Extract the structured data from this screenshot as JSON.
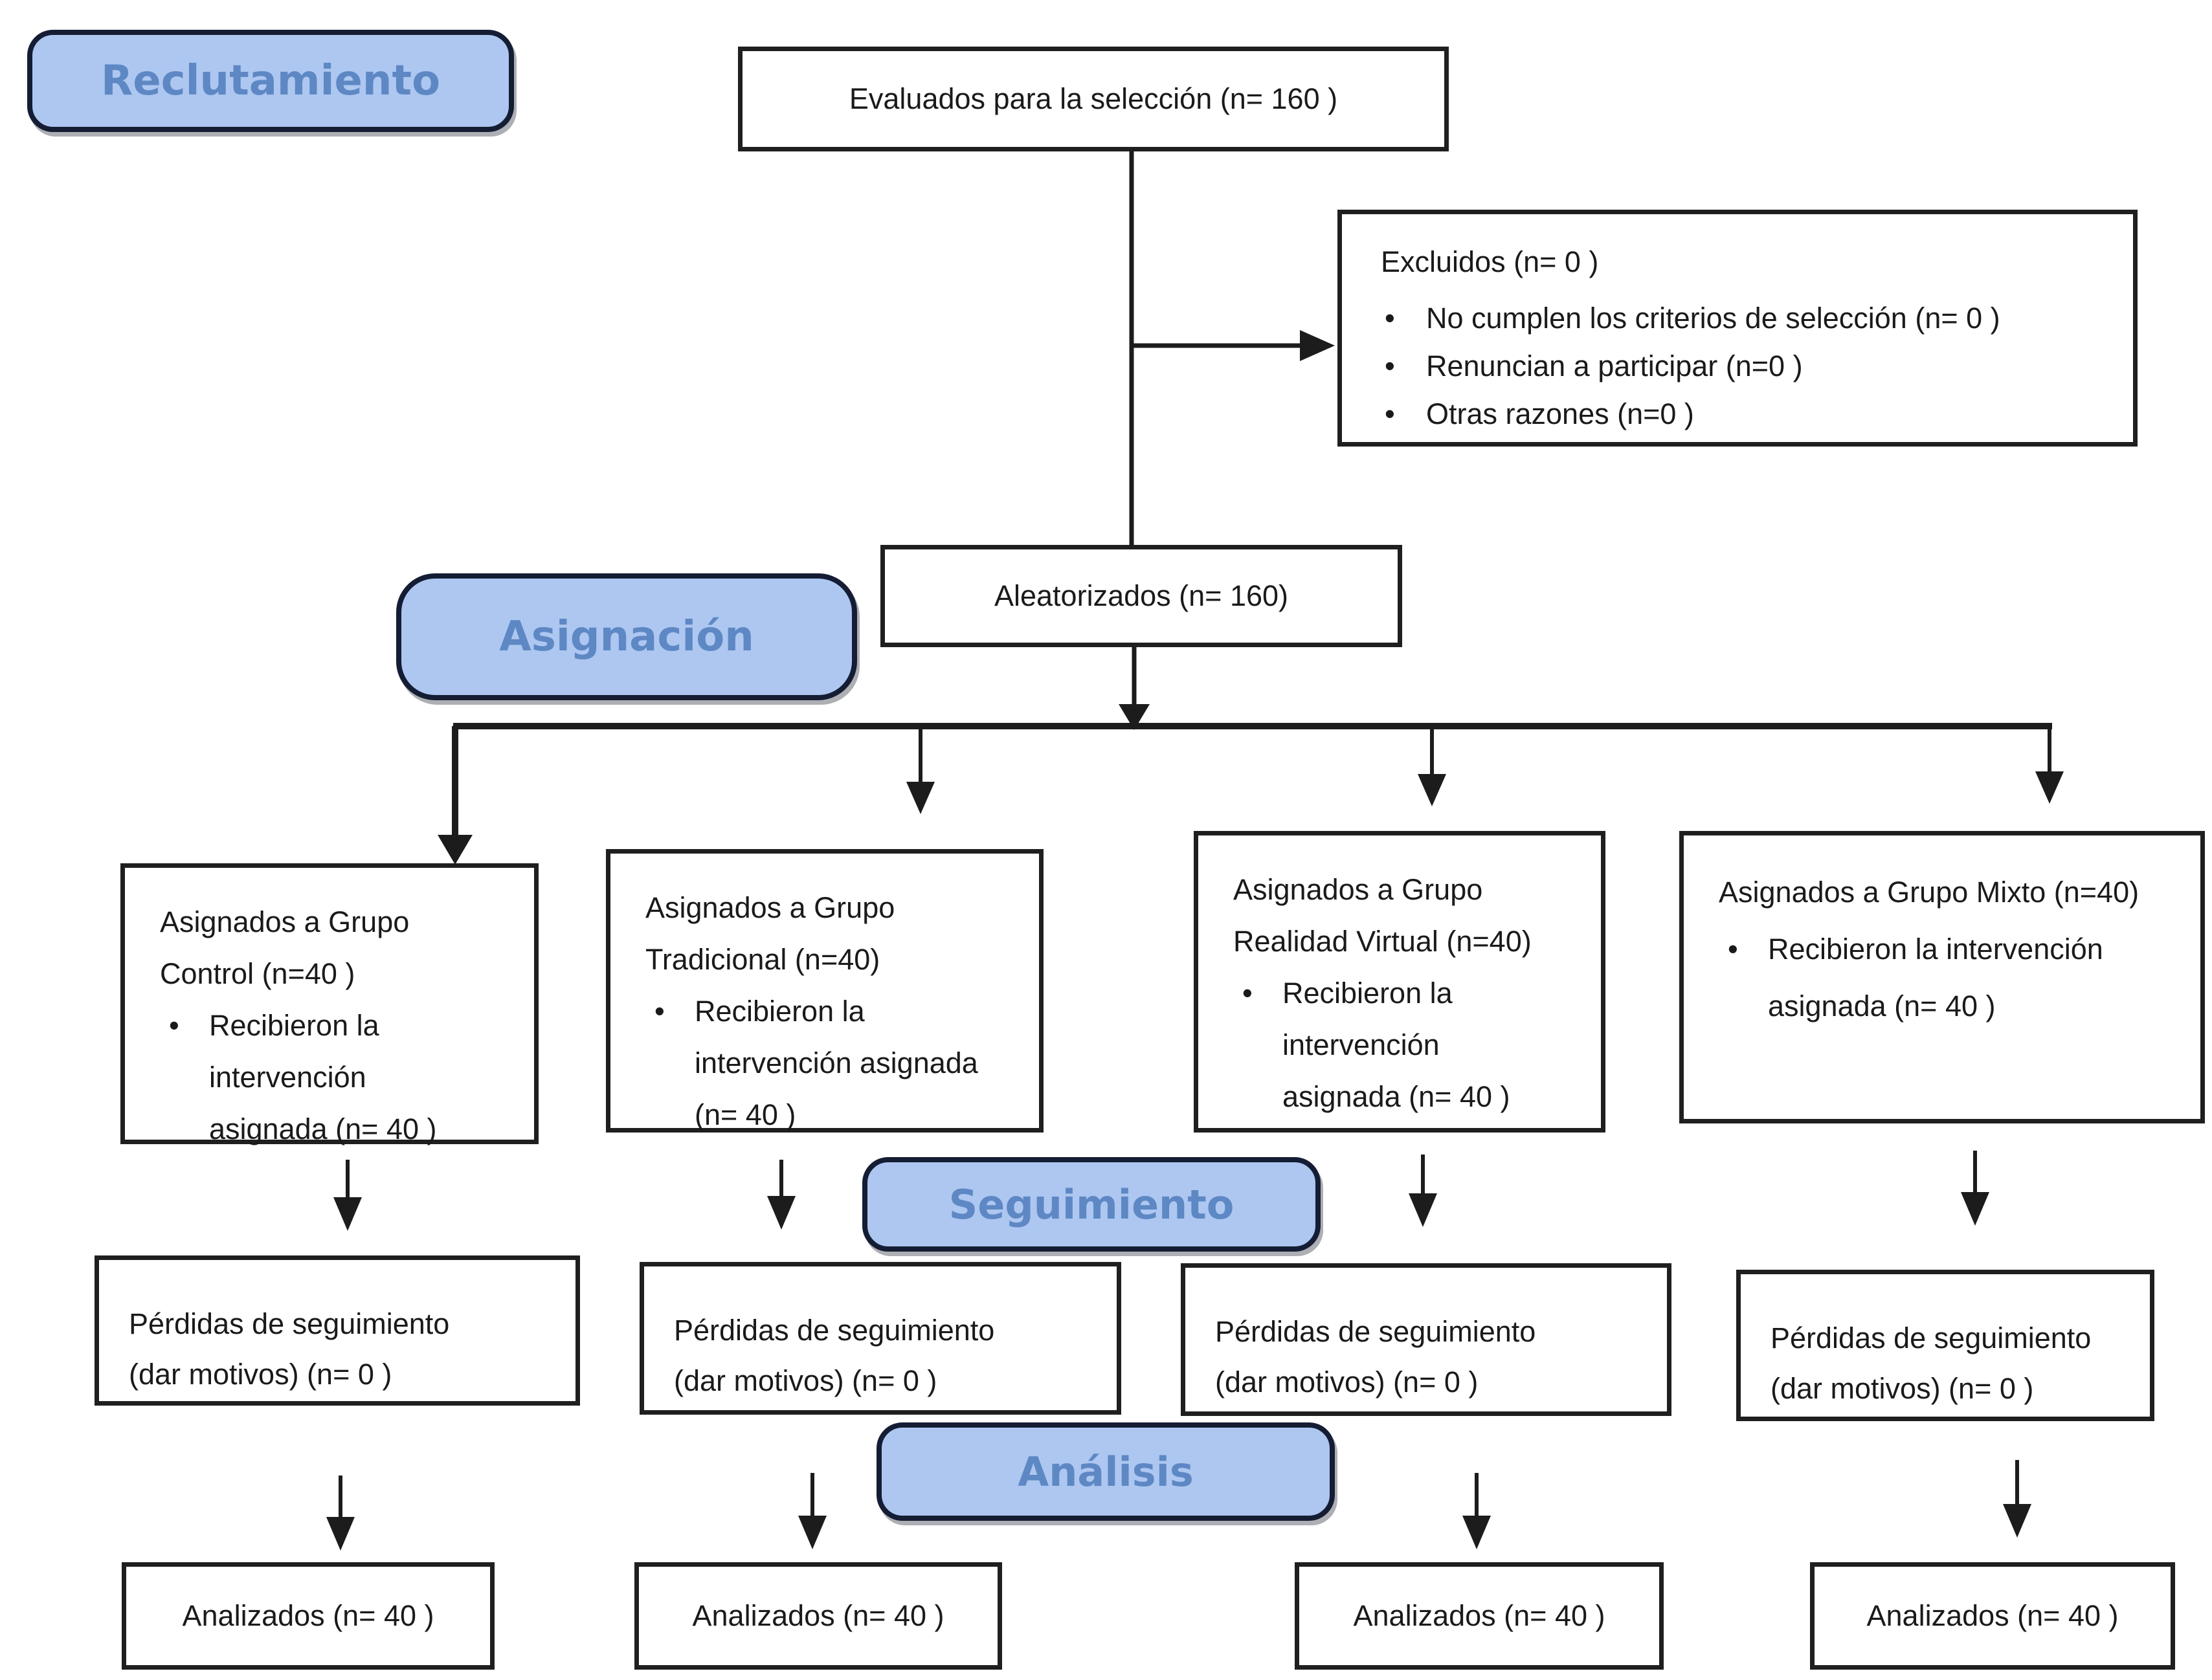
{
  "colors": {
    "stage_fill": "#adc7f1",
    "stage_border": "#141d33",
    "stage_text": "#5e88c4",
    "box_border": "#1f1f1f",
    "body_text": "#1a1a1a",
    "background": "#ffffff"
  },
  "glyphs": {
    "bullet": "•"
  },
  "stages": {
    "reclutamiento": "Reclutamiento",
    "asignacion": "Asignación",
    "seguimiento": "Seguimiento",
    "analisis": "Análisis"
  },
  "top": {
    "evaluados": "Evaluados para la selección (n= 160 )",
    "excluidos_title": "Excluidos  (n= 0  )",
    "excluidos_bullets": [
      "No cumplen los criterios de selección (n= 0 )",
      "Renuncian a participar (n=0  )",
      "Otras razones (n=0  )"
    ],
    "aleatorizados": "Aleatorizados (n= 160)"
  },
  "groups": [
    {
      "title_lines": [
        "Asignados a Grupo",
        "Control (n=40  )"
      ],
      "bullet_lines": [
        "Recibieron la",
        "intervención",
        "asignada (n= 40 )"
      ]
    },
    {
      "title_lines": [
        "Asignados a Grupo",
        "Tradicional (n=40)"
      ],
      "bullet_lines": [
        "Recibieron la",
        "intervención asignada",
        "(n= 40 )"
      ]
    },
    {
      "title_lines": [
        "Asignados a Grupo",
        "Realidad Virtual (n=40)"
      ],
      "bullet_lines": [
        "Recibieron la",
        "intervención",
        "asignada (n= 40 )"
      ]
    },
    {
      "title_lines": [
        "Asignados a Grupo Mixto (n=40)"
      ],
      "bullet_lines": [
        "Recibieron la intervención",
        "asignada (n= 40 )"
      ]
    }
  ],
  "followup": {
    "line1": "Pérdidas de seguimiento",
    "line2": "(dar motivos) (n= 0 )"
  },
  "analysis": {
    "analizados": "Analizados (n= 40 )"
  }
}
